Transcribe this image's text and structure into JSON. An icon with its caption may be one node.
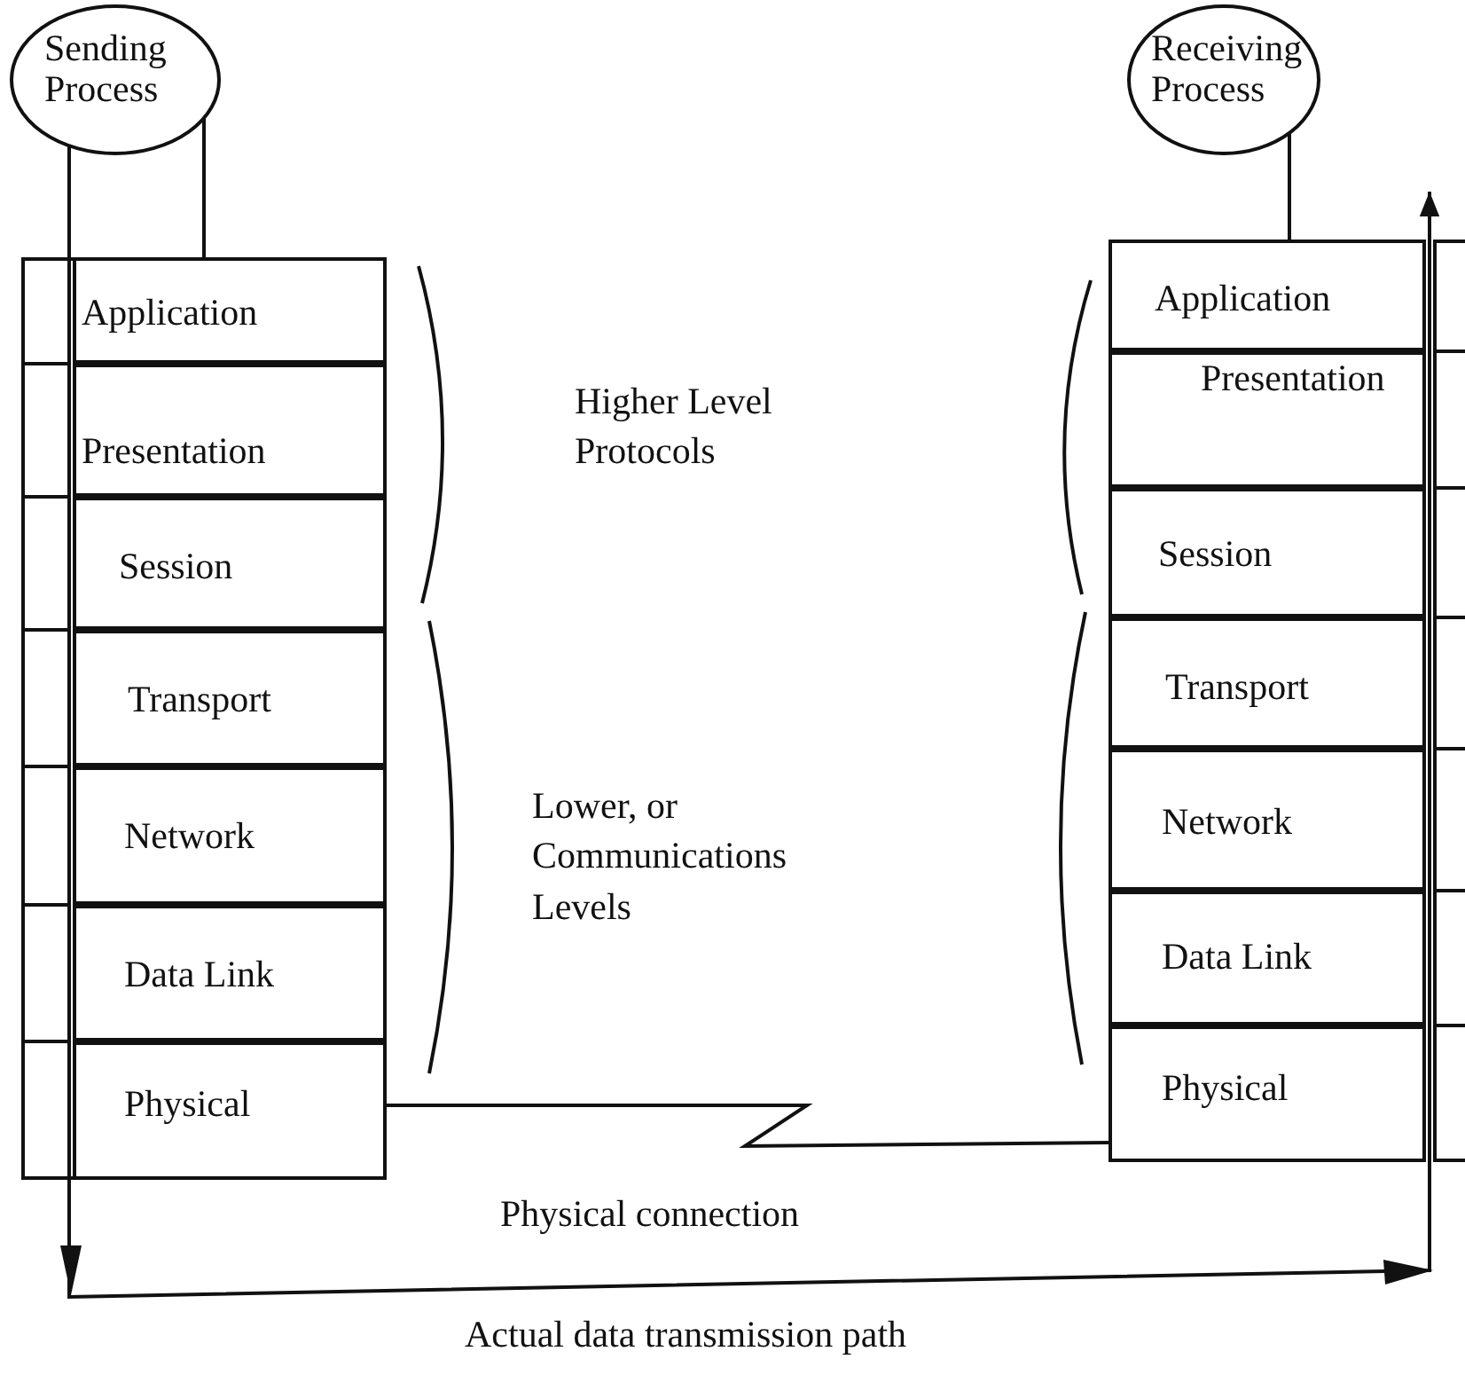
{
  "diagram": {
    "nodes": [
      {
        "text": [
          "Sending Process"
        ]
      },
      {
        "text": [
          "Application"
        ]
      },
      {
        "text": [
          "Presentation"
        ]
      },
      {
        "text": [
          "Session"
        ]
      },
      {
        "text": [
          "Transport"
        ]
      },
      {
        "text": [
          "Network"
        ]
      },
      {
        "text": [
          "Data Link"
        ]
      },
      {
        "text": [
          "Physical"
        ]
      },
      {
        "text": [
          "Receiving Process"
        ]
      },
      {
        "text": [
          "Application"
        ]
      },
      {
        "text": [
          "Presentation"
        ]
      },
      {
        "text": [
          "Session"
        ]
      },
      {
        "text": [
          "Transport"
        ]
      },
      {
        "text": [
          "Network"
        ]
      },
      {
        "text": [
          "Data Link"
        ]
      },
      {
        "text": [
          "Physical"
        ]
      }
    ],
    "edges": [
      {
        "from": 0,
        "to": 1,
        "arrow": "none"
      },
      {
        "from": 8,
        "to": 9,
        "arrow": "none"
      },
      {
        "from": 7,
        "to": 15,
        "arrow": "none",
        "label": "Physical connection"
      },
      {
        "from": 0,
        "to": 9,
        "arrow": "to",
        "label": "Actual data transmission path"
      }
    ],
    "labels": [
      "Higher Level Protocols",
      "Lower, or Communications Levels"
    ]
  }
}
